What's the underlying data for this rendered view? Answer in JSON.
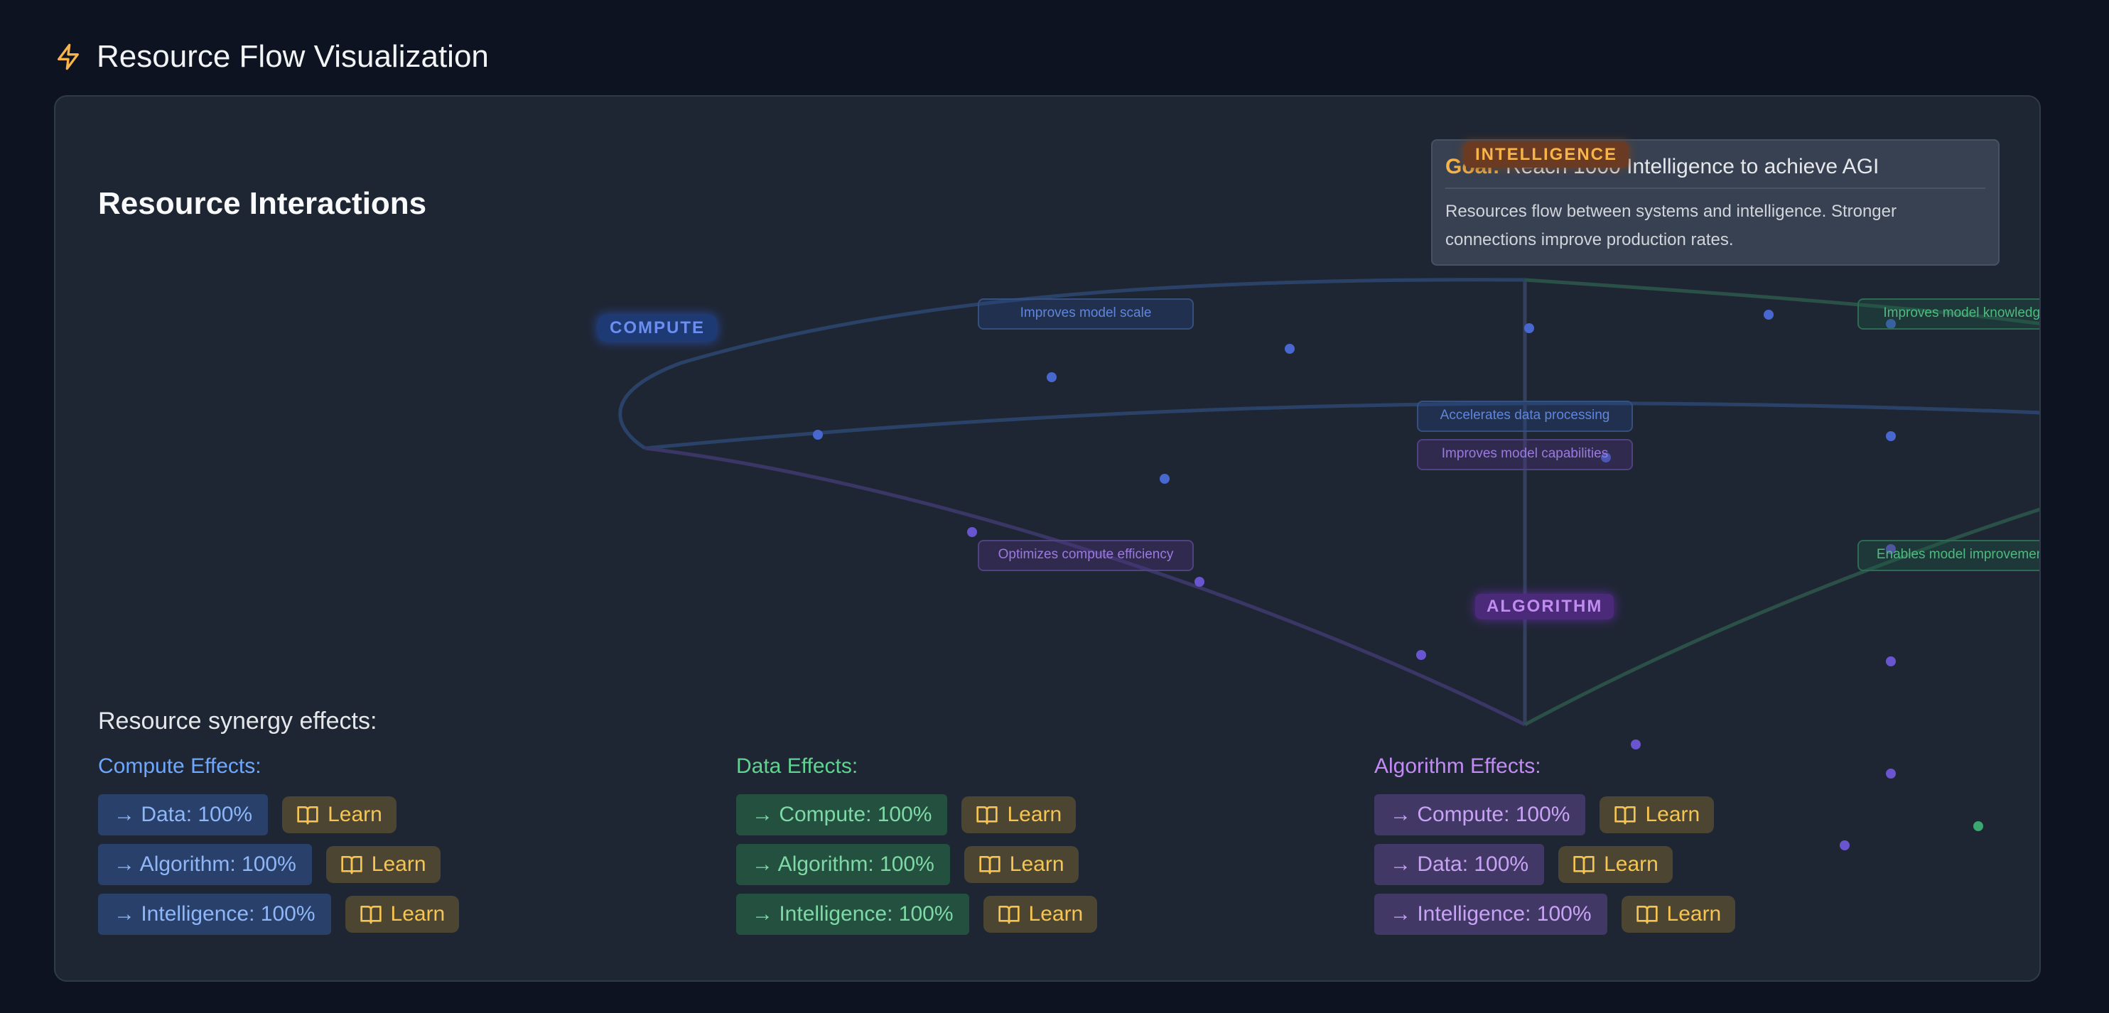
{
  "header": {
    "icon": "lightning-bolt-icon",
    "title": "Resource Flow Visualization"
  },
  "card": {
    "title": "Resource Interactions",
    "nodes": {
      "compute": "COMPUTE",
      "intelligence": "INTELLIGENCE",
      "algorithm": "ALGORITHM"
    },
    "edge_labels": {
      "compute_to_intel": "Improves model scale",
      "data_to_intel": "Improves model knowledge",
      "compute_to_data": "Accelerates data processing",
      "algo_to_intel": "Improves model capabilities",
      "algo_to_compute": "Optimizes compute efficiency",
      "data_to_algo": "Enables model improvements"
    },
    "info": {
      "goal_label": "Goal:",
      "goal_text": " Reach 1000 Intelligence to achieve AGI",
      "description": "Resources flow between systems and intelligence. Stronger connections improve production rates."
    },
    "synergy_title": "Resource synergy effects:",
    "learn_label": "Learn",
    "learn_icon": "book-open-icon",
    "columns": {
      "compute": {
        "title": "Compute Effects:",
        "effects": [
          "→ Data: 100%",
          "→ Algorithm: 100%",
          "→ Intelligence: 100%"
        ]
      },
      "data": {
        "title": "Data Effects:",
        "effects": [
          "→ Compute: 100%",
          "→ Algorithm: 100%",
          "→ Intelligence: 100%"
        ]
      },
      "algorithm": {
        "title": "Algorithm Effects:",
        "effects": [
          "→ Compute: 100%",
          "→ Data: 100%",
          "→ Intelligence: 100%"
        ]
      }
    }
  },
  "colors": {
    "compute": "#5b7fe0",
    "data": "#4fba80",
    "algorithm": "#7c5ce0",
    "intelligence": "#f6b44a",
    "learn": "#f6c453"
  }
}
